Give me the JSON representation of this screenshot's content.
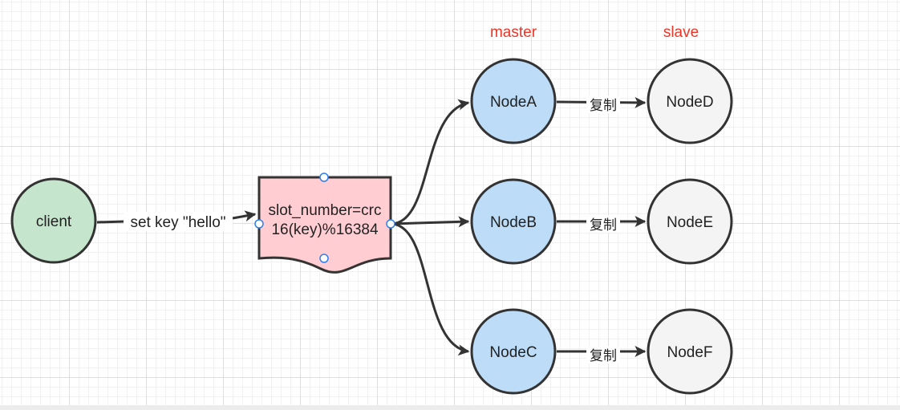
{
  "headers": {
    "master": "master",
    "slave": "slave"
  },
  "client": {
    "label": "client"
  },
  "edge_client": {
    "label": "set key \"hello\""
  },
  "hash": {
    "line1": "slot_number=crc",
    "line2": "16(key)%16384"
  },
  "masters": {
    "a": "NodeA",
    "b": "NodeB",
    "c": "NodeC"
  },
  "slaves": {
    "d": "NodeD",
    "e": "NodeE",
    "f": "NodeF"
  },
  "replicate": {
    "label": "复制"
  },
  "colors": {
    "header_red": "#e8382a",
    "client_fill": "#c5e5cc",
    "hash_fill": "#ffcdd2",
    "master_fill": "#bcdcf8",
    "slave_fill": "#f4f4f4",
    "stroke": "#333333",
    "handle": "#2f80ed"
  }
}
